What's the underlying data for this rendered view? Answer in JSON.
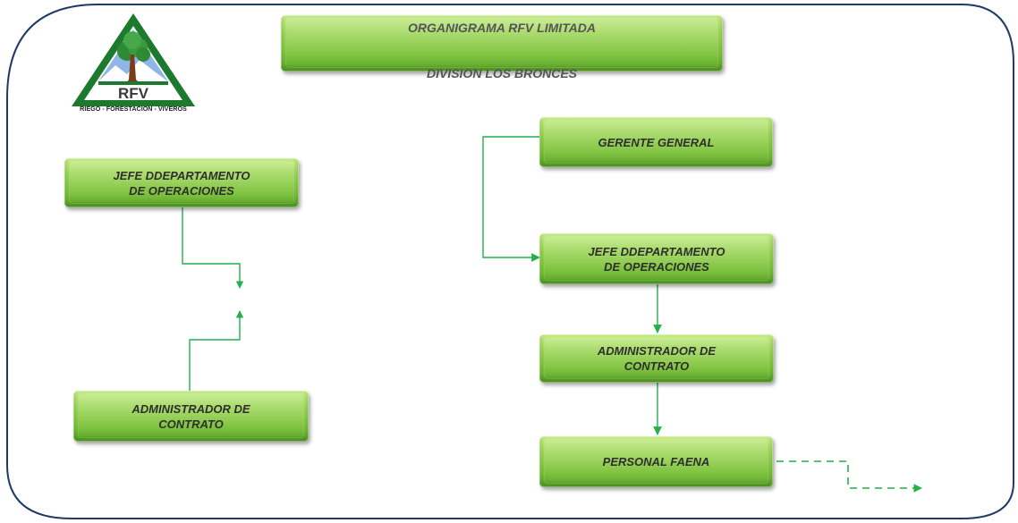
{
  "title": {
    "line1": "ORGANIGRAMA  RFV LIMITADA",
    "line2": "DIVISION LOS BRONCES"
  },
  "logo": {
    "name": "RFV",
    "tagline": "RIEGO - FORESTACION - VIVEROS"
  },
  "left_column": {
    "jefe": "JEFE DDEPARTAMENTO\nDE OPERACIONES",
    "administrador": "ADMINISTRADOR DE\nCONTRATO"
  },
  "right_column": {
    "gerente": "GERENTE GENERAL",
    "jefe": "JEFE DDEPARTAMENTO\nDE OPERACIONES",
    "administrador": "ADMINISTRADOR DE\nCONTRATO",
    "personal": "PERSONAL FAENA"
  },
  "colors": {
    "frame": "#1f3a66",
    "connector": "#22b14c",
    "box": "#7cc13a"
  }
}
